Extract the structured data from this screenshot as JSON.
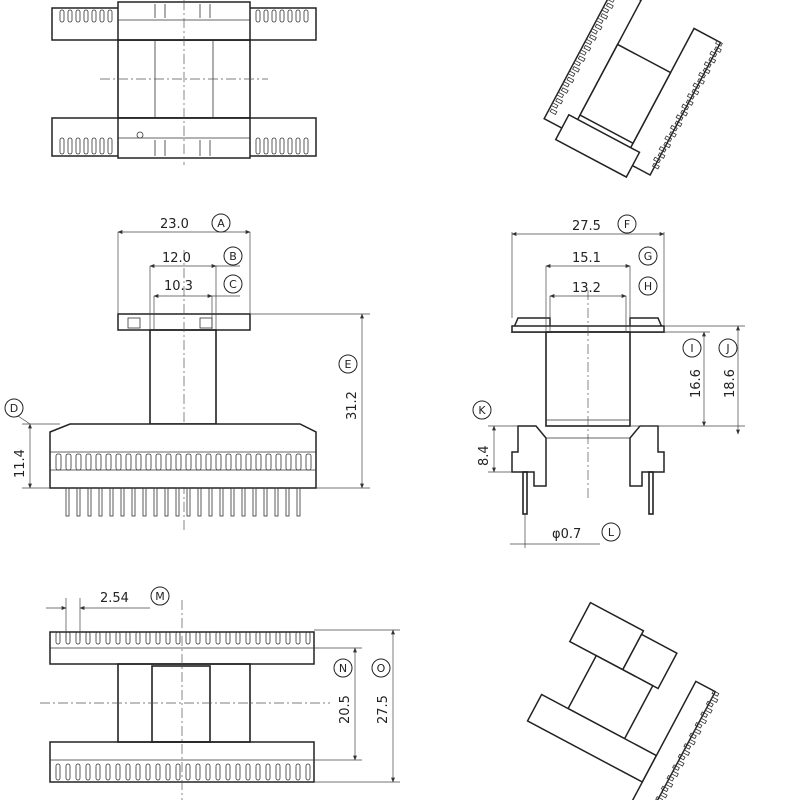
{
  "dimensions": {
    "A": {
      "value": "23.0",
      "ref": "A"
    },
    "B": {
      "value": "12.0",
      "ref": "B"
    },
    "C": {
      "value": "10.3",
      "ref": "C"
    },
    "D": {
      "value": "11.4",
      "ref": "D"
    },
    "E": {
      "value": "31.2",
      "ref": "E"
    },
    "F": {
      "value": "27.5",
      "ref": "F"
    },
    "G": {
      "value": "15.1",
      "ref": "G"
    },
    "H": {
      "value": "13.2",
      "ref": "H"
    },
    "I": {
      "value": "16.6",
      "ref": "I"
    },
    "J": {
      "value": "18.6",
      "ref": "J"
    },
    "K": {
      "value": "8.4",
      "ref": "K"
    },
    "L": {
      "value": "φ0.7",
      "ref": "L"
    },
    "M": {
      "value": "2.54",
      "ref": "M"
    },
    "N": {
      "value": "20.5",
      "ref": "N"
    },
    "O": {
      "value": "27.5",
      "ref": "O"
    }
  }
}
